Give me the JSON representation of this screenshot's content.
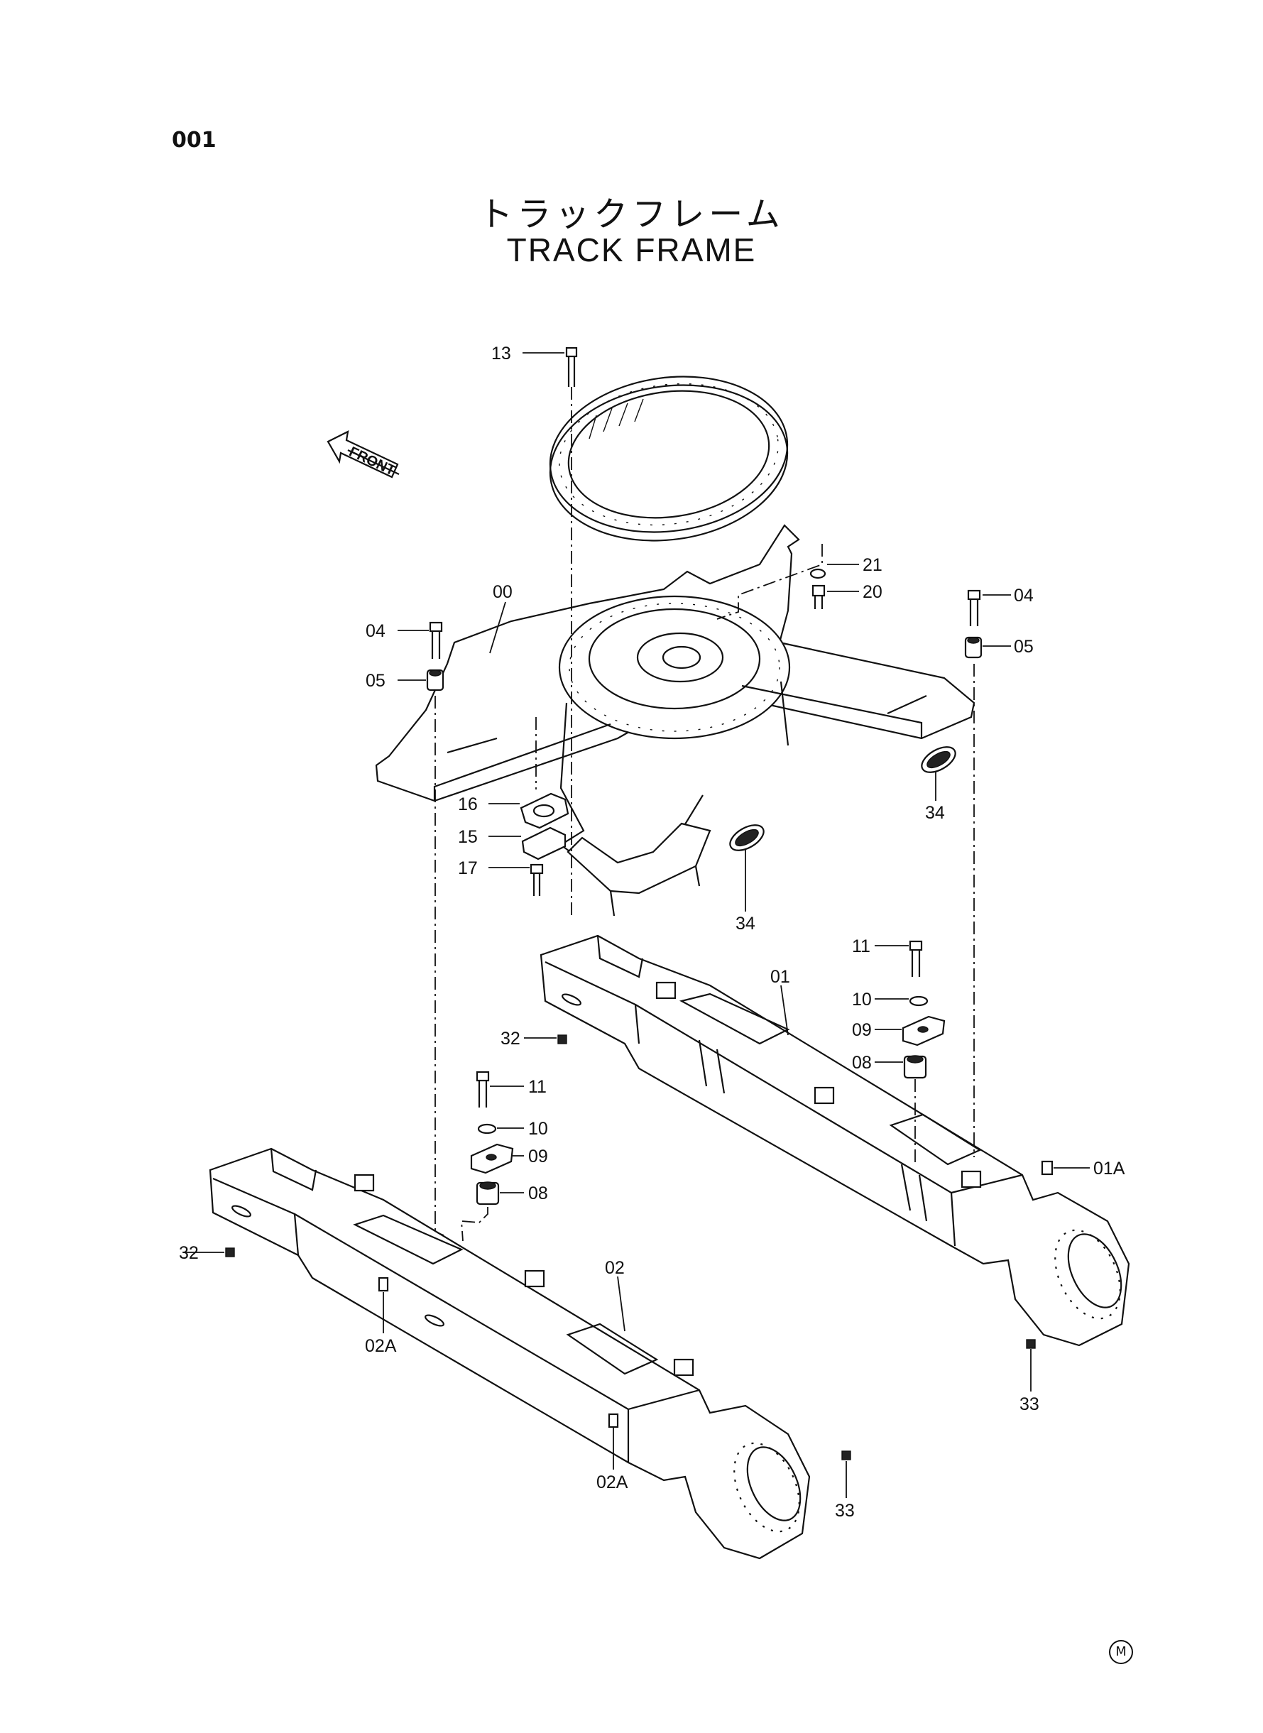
{
  "page_id": "001",
  "title_jp": "トラックフレーム",
  "title_en": "TRACK FRAME",
  "front_label": "FRONT",
  "mark": "M",
  "callouts": {
    "p00": "00",
    "p01": "01",
    "p01A": "01A",
    "p02": "02",
    "p02A_a": "02A",
    "p02A_b": "02A",
    "p04_l": "04",
    "p04_r": "04",
    "p05_l": "05",
    "p05_r": "05",
    "p08_l": "08",
    "p08_r": "08",
    "p09_l": "09",
    "p09_r": "09",
    "p10_l": "10",
    "p10_r": "10",
    "p11_l": "11",
    "p11_r": "11",
    "p13": "13",
    "p15": "15",
    "p16": "16",
    "p17": "17",
    "p20": "20",
    "p21": "21",
    "p32_l": "32",
    "p32_r": "32",
    "p33_l": "33",
    "p33_r": "33",
    "p34_l": "34",
    "p34_r": "34"
  }
}
